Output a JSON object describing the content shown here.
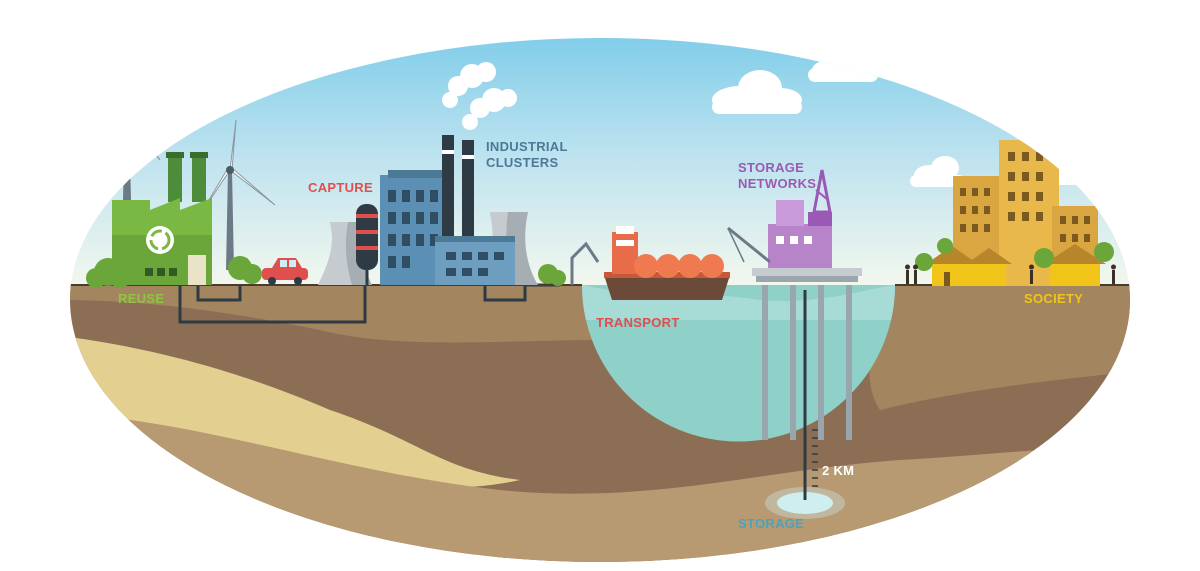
{
  "labels": {
    "reuse": "REUSE",
    "capture": "CAPTURE",
    "industrial_line1": "INDUSTRIAL",
    "industrial_line2": "CLUSTERS",
    "storage_networks_line1": "STORAGE",
    "storage_networks_line2": "NETWORKS",
    "transport": "TRANSPORT",
    "society": "SOCIETY",
    "depth": "2 KM",
    "storage": "STORAGE"
  },
  "colors": {
    "sky_top": "#7ecdea",
    "sky_bottom": "#eef6ef",
    "ground": "#8c6e54",
    "ground_light": "#b89a72",
    "sand": "#e3cf8f",
    "water": "#8fd0c8",
    "reuse": "#8dc63f",
    "capture": "#e04e4e",
    "industrial": "#4a7a96",
    "storage_networks": "#9b59b6",
    "society": "#f0c419",
    "storage": "#4aa3bd"
  },
  "icons": [
    "wind-turbine-icon",
    "recycle-icon",
    "car-icon",
    "cooling-tower-icon",
    "factory-icon",
    "smokestack-icon",
    "ship-icon",
    "oil-platform-icon",
    "building-icon",
    "house-icon",
    "tree-icon",
    "cloud-icon"
  ]
}
